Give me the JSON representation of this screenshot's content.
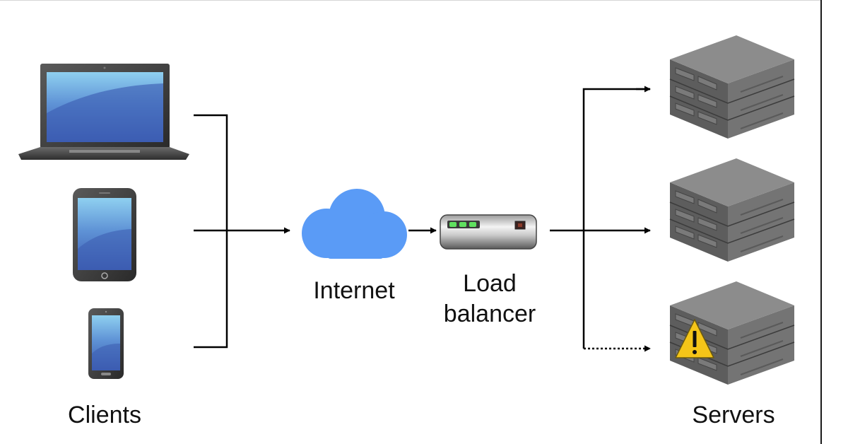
{
  "diagram": {
    "nodes": {
      "clients": {
        "label": "Clients",
        "icons": [
          "laptop-icon",
          "tablet-icon",
          "smartphone-icon"
        ]
      },
      "internet": {
        "label": "Internet",
        "icon": "cloud-icon"
      },
      "load_balancer": {
        "label_line1": "Load",
        "label_line2": "balancer",
        "icon": "load-balancer-icon"
      },
      "servers": {
        "label": "Servers",
        "icons": [
          "server-icon",
          "server-icon",
          "server-warning-icon"
        ]
      }
    },
    "edges": [
      {
        "from": "clients",
        "to": "internet",
        "style": "solid"
      },
      {
        "from": "internet",
        "to": "load_balancer",
        "style": "solid"
      },
      {
        "from": "load_balancer",
        "to": "server-1",
        "style": "solid"
      },
      {
        "from": "load_balancer",
        "to": "server-2",
        "style": "solid"
      },
      {
        "from": "load_balancer",
        "to": "server-3",
        "style": "dotted"
      }
    ],
    "colors": {
      "line": "#000000",
      "cloud": "#5a9bf6",
      "screen": "#4f74c4",
      "device_body": "#3b3b3b",
      "server_top": "#8b8b8b",
      "server_front": "#5b5b5b",
      "server_side": "#6f6f6f",
      "warning": "#f5c518",
      "led": "#5fe05f"
    }
  }
}
